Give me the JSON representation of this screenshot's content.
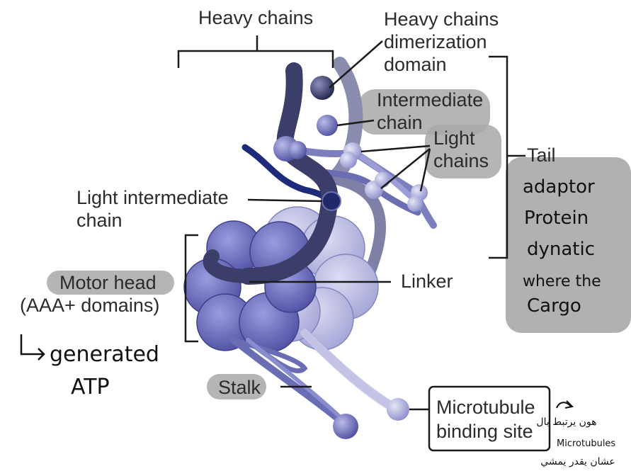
{
  "labels": {
    "heavy_chains": "Heavy chains",
    "heavy_chains_dimerization": [
      "Heavy chains",
      "dimerization",
      "domain"
    ],
    "intermediate_chain": [
      "Intermediate",
      "chain"
    ],
    "light_chains": [
      "Light",
      "chains"
    ],
    "tail": "Tail",
    "light_intermediate_chain": [
      "Light intermediate",
      "chain"
    ],
    "motor_head": [
      "Motor head",
      "(AAA+ domains)"
    ],
    "linker": "Linker",
    "stalk": "Stalk",
    "microtubule_binding_site": [
      "Microtubule",
      "binding site"
    ]
  },
  "annotations": {
    "adaptor_note": [
      "adaptor",
      "Protein",
      "dynatic",
      "where the",
      "Cargo"
    ],
    "generated_atp": [
      "generated",
      "ATP"
    ],
    "arabic_note": [
      "هون يرتبط بال",
      "Microtubules",
      "عشان يقدر يمشي"
    ]
  },
  "colors": {
    "dark_chain": "#3a3e68",
    "light_chain_blue": "#6d6fb8",
    "motor_purple": "#5a5aae",
    "motor_light": "#aeb0dd",
    "highlight_gray": "#a8a8a8",
    "bracket": "#1a1a1a",
    "navy_strand": "#1e2a7a"
  }
}
